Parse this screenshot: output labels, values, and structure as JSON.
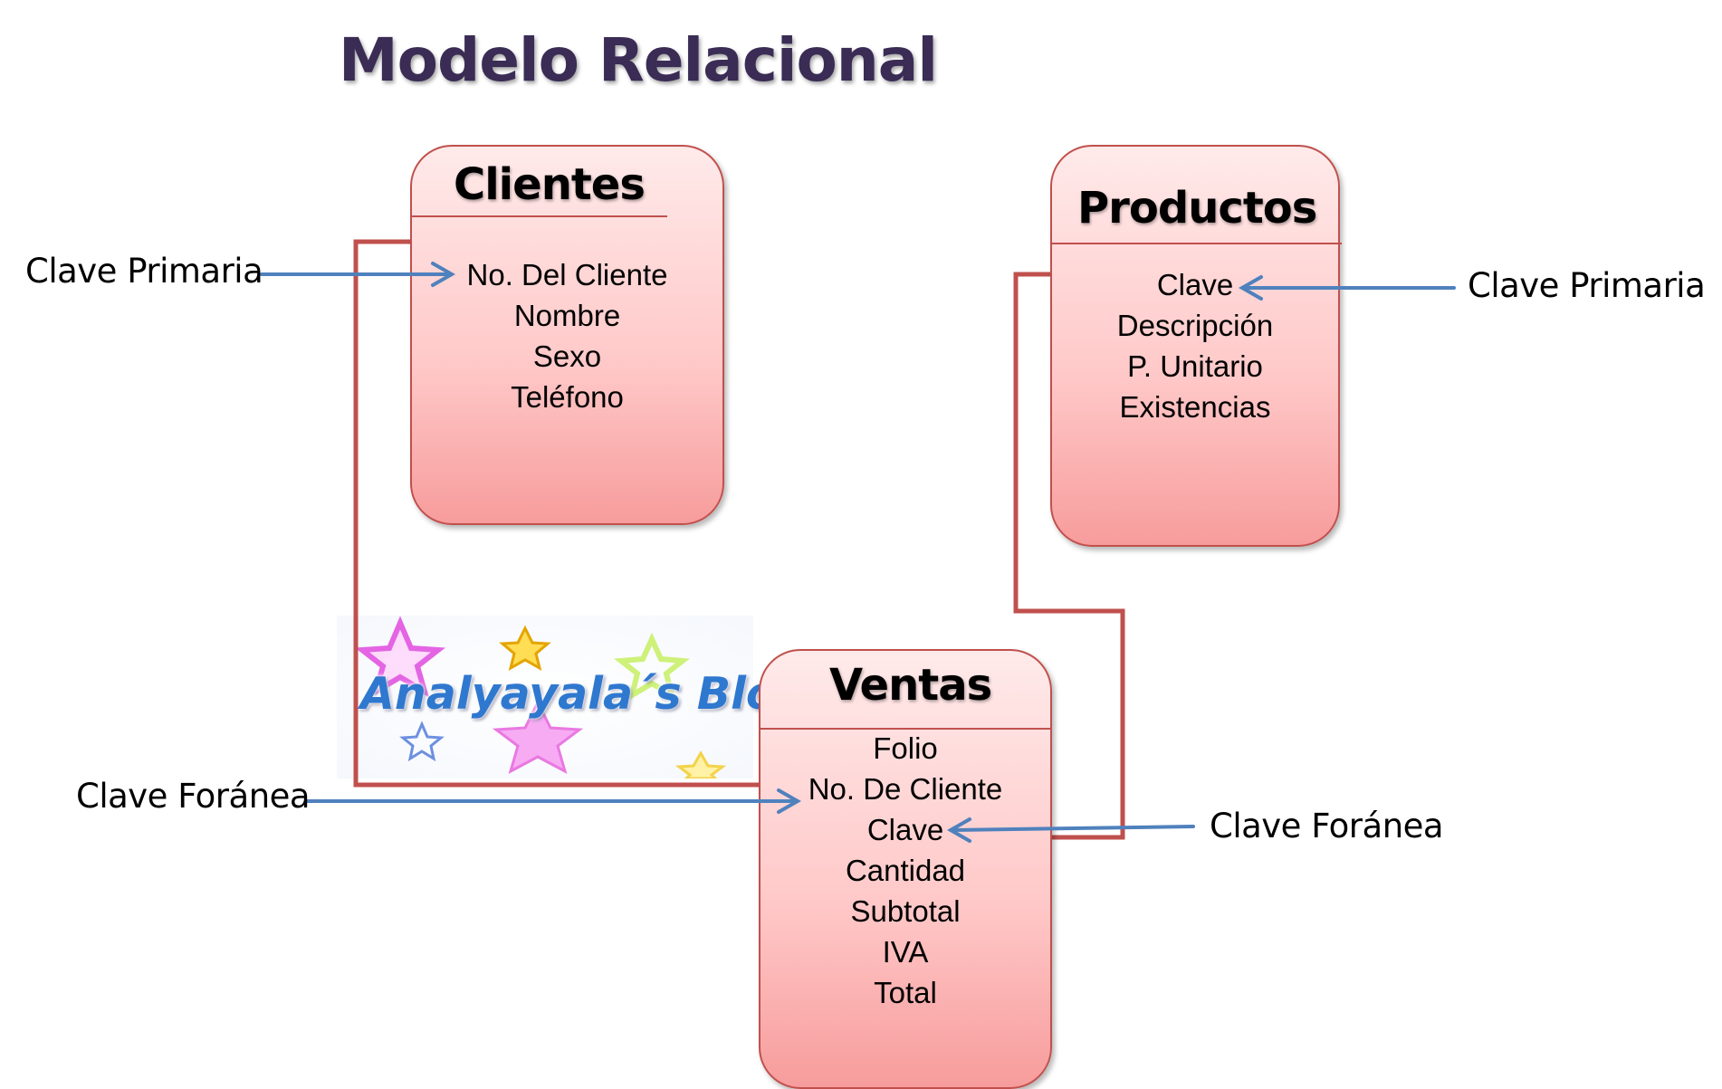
{
  "title": "Modelo Relacional",
  "colors": {
    "title": "#3a2c55",
    "entity_border": "#c0504d",
    "entity_fill_top": "#ffeaea",
    "entity_fill_bottom": "#f79c9c",
    "relation_line": "#c0504d",
    "arrow": "#4f81bd",
    "watermark_text": "#2f78cf"
  },
  "entities": {
    "clientes": {
      "name": "Clientes",
      "fields": [
        "No. Del Cliente",
        "Nombre",
        "Sexo",
        "Teléfono"
      ]
    },
    "productos": {
      "name": "Productos",
      "fields": [
        "Clave",
        "Descripción",
        "P. Unitario",
        "Existencias"
      ]
    },
    "ventas": {
      "name": "Ventas",
      "fields": [
        "Folio",
        "No. De Cliente",
        "Clave",
        "Cantidad",
        "Subtotal",
        "IVA",
        "Total"
      ]
    }
  },
  "callouts": {
    "clientes_pk": "Clave Primaria",
    "productos_pk": "Clave Primaria",
    "ventas_fk_cliente": "Clave Foránea",
    "ventas_fk_producto": "Clave Foránea"
  },
  "watermark": {
    "text": "Analyayala´s Blog",
    "icon": "stars-decoration"
  }
}
